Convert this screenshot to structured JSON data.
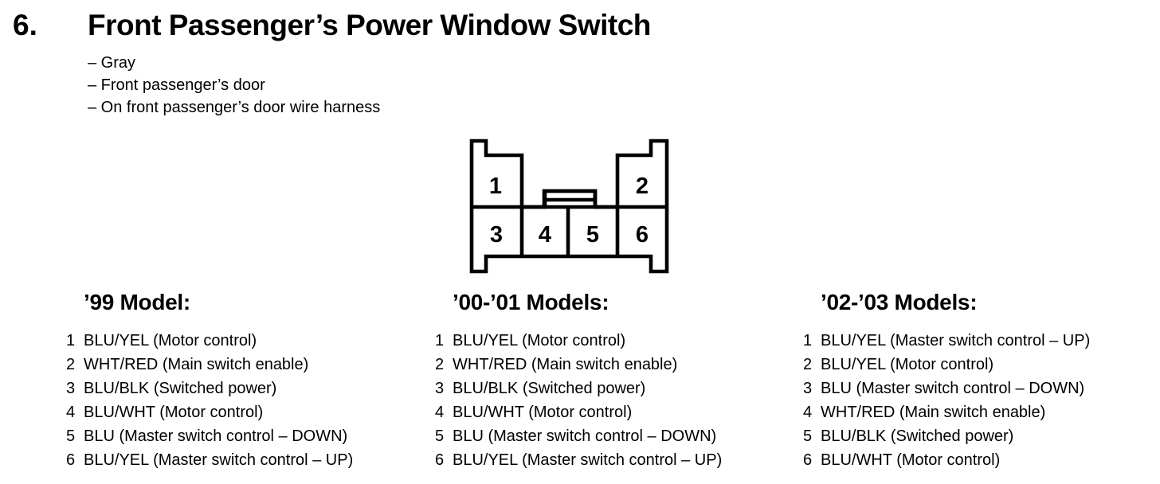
{
  "page": {
    "item_number": "6.",
    "title": "Front Passenger’s Power Window Switch",
    "bullets": [
      "– Gray",
      "– Front passenger’s door",
      "– On front passenger’s door wire harness"
    ]
  },
  "connector": {
    "description": "6-cavity connector front view",
    "pins": [
      "1",
      "2",
      "3",
      "4",
      "5",
      "6"
    ]
  },
  "columns": [
    {
      "heading": "’99 Model:",
      "pins": [
        {
          "num": "1",
          "desc": "BLU/YEL (Motor control)"
        },
        {
          "num": "2",
          "desc": "WHT/RED (Main switch enable)"
        },
        {
          "num": "3",
          "desc": "BLU/BLK (Switched power)"
        },
        {
          "num": "4",
          "desc": "BLU/WHT (Motor control)"
        },
        {
          "num": "5",
          "desc": "BLU (Master switch control – DOWN)"
        },
        {
          "num": "6",
          "desc": "BLU/YEL (Master switch control – UP)"
        }
      ]
    },
    {
      "heading": "’00-’01 Models:",
      "pins": [
        {
          "num": "1",
          "desc": "BLU/YEL (Motor control)"
        },
        {
          "num": "2",
          "desc": "WHT/RED (Main switch enable)"
        },
        {
          "num": "3",
          "desc": "BLU/BLK (Switched power)"
        },
        {
          "num": "4",
          "desc": "BLU/WHT (Motor control)"
        },
        {
          "num": "5",
          "desc": "BLU (Master switch control – DOWN)"
        },
        {
          "num": "6",
          "desc": "BLU/YEL (Master switch control – UP)"
        }
      ]
    },
    {
      "heading": "’02-’03 Models:",
      "pins": [
        {
          "num": "1",
          "desc": "BLU/YEL (Master switch control – UP)"
        },
        {
          "num": "2",
          "desc": "BLU/YEL (Motor control)"
        },
        {
          "num": "3",
          "desc": "BLU (Master switch control – DOWN)"
        },
        {
          "num": "4",
          "desc": "WHT/RED (Main switch enable)"
        },
        {
          "num": "5",
          "desc": "BLU/BLK (Switched power)"
        },
        {
          "num": "6",
          "desc": "BLU/WHT (Motor control)"
        }
      ]
    }
  ],
  "colors": {
    "ink": "#000000",
    "paper": "#ffffff"
  }
}
